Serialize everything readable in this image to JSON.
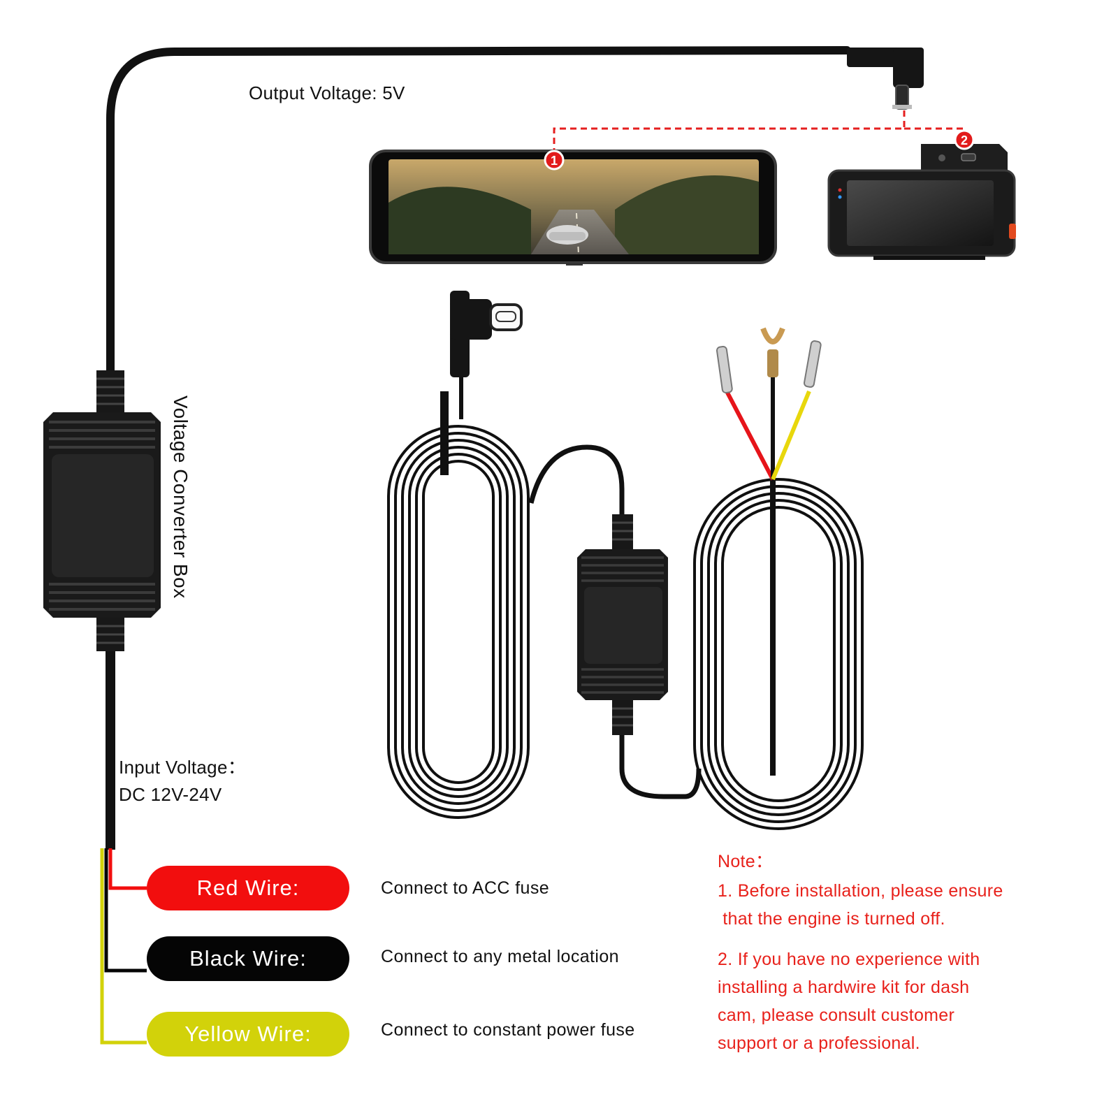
{
  "labels": {
    "output_voltage": "Output Voltage: 5V",
    "converter_box": "Voltage Converter Box",
    "input_voltage_title": "Input Voltage：",
    "input_voltage_value": "DC 12V-24V"
  },
  "markers": [
    "1",
    "2"
  ],
  "wires": [
    {
      "label": "Red Wire:",
      "description": "Connect to ACC fuse",
      "color": "#f20e0e"
    },
    {
      "label": "Black Wire:",
      "description": "Connect to any metal location",
      "color": "#050505"
    },
    {
      "label": "Yellow Wire:",
      "description": "Connect to constant power fuse",
      "color": "#d2d20a"
    }
  ],
  "note": {
    "title": "Note：",
    "item1_line1": "1. Before installation, please ensure",
    "item1_line2": " that the engine is turned off.",
    "item2_line1": "2. If you have no experience with",
    "item2_line2": "installing a hardwire kit for dash",
    "item2_line3": "cam, please consult customer",
    "item2_line4": "support or a professional.",
    "color": "#e8211b"
  }
}
